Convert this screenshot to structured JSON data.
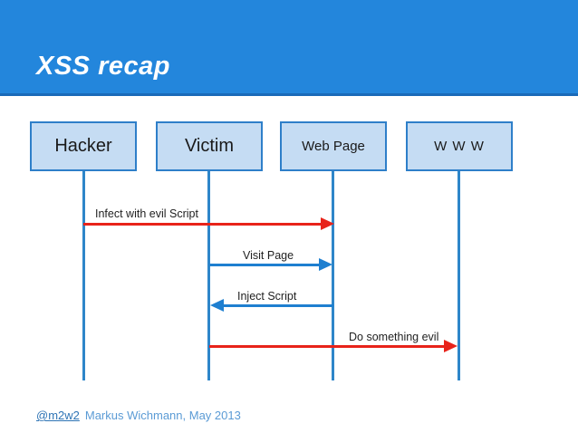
{
  "header": {
    "title": "XSS recap"
  },
  "diagram": {
    "actors": [
      {
        "label": "Hacker"
      },
      {
        "label": "Victim"
      },
      {
        "label": "Web Page"
      },
      {
        "label": "W W W"
      }
    ],
    "messages": [
      {
        "label": "Infect with evil Script",
        "from": "Hacker",
        "to": "Web Page",
        "direction": "right",
        "color": "#e8231a"
      },
      {
        "label": "Visit Page",
        "from": "Victim",
        "to": "Web Page",
        "direction": "right",
        "color": "#1e7fd0"
      },
      {
        "label": "Inject Script",
        "from": "Web Page",
        "to": "Victim",
        "direction": "left",
        "color": "#1e7fd0"
      },
      {
        "label": "Do something evil",
        "from": "Victim",
        "to": "W W W",
        "direction": "right",
        "color": "#e8231a"
      }
    ]
  },
  "footer": {
    "handle": "@m2w2",
    "credit": "Markus Wichmann, May 2013"
  },
  "colors": {
    "header_background": "#2386dc",
    "header_border_bottom": "#1a6ab8",
    "actor_fill": "#c5dcf3",
    "actor_border": "#2e7fc9",
    "lifeline": "#2e86c9",
    "red_arrow": "#e8231a",
    "blue_arrow": "#1e7fd0",
    "title_text": "#ffffff",
    "label_text": "#1f1f1f",
    "footer_handle": "#2e74b5",
    "footer_credit": "#5b9bd5"
  }
}
